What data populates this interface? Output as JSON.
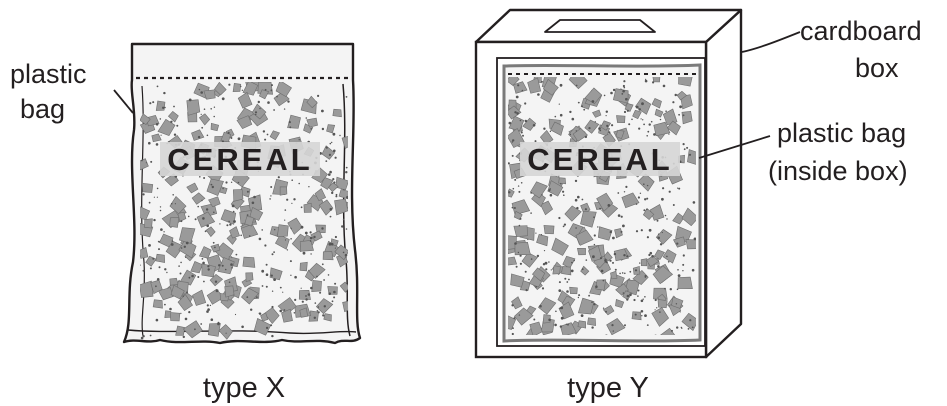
{
  "labels": {
    "plastic_bag_x_line1": "plastic",
    "plastic_bag_x_line2": "bag",
    "cardboard_line1": "cardboard",
    "cardboard_line2": "box",
    "plastic_bag_y_line1": "plastic bag",
    "plastic_bag_y_line2": "(inside box)",
    "type_x": "type X",
    "type_y": "type Y"
  },
  "packages": [
    {
      "type": "type X",
      "printed_word": "CEREAL"
    },
    {
      "type": "type Y",
      "printed_word": "CEREAL"
    }
  ]
}
